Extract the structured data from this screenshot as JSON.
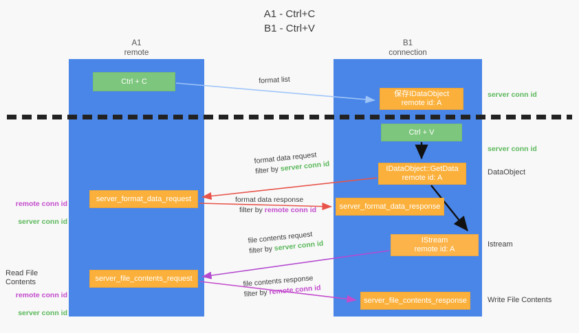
{
  "title": "A1 - Ctrl+C\nB1 - Ctrl+V",
  "colors": {
    "lane": "#4a86e8",
    "green_box": "#7dc67d",
    "orange_box": "#fbb03b",
    "server_conn_id": "#5cb85c",
    "remote_conn_id": "#c34ccd",
    "format_list_arrow": "#9fc5f8",
    "format_data_arrow": "#e8534a",
    "file_contents_arrow": "#b44ad0",
    "black_arrow": "#000000",
    "background": "#f8f8f8"
  },
  "lanes": [
    {
      "id": "a1",
      "title": "A1",
      "subtitle": "remote"
    },
    {
      "id": "b1",
      "title": "B1",
      "subtitle": "connection"
    }
  ],
  "boxes": {
    "ctrl_c": "Ctrl + C",
    "save_idataobject": "保存IDataObject\nremote id: A",
    "ctrl_v": "Ctrl + V",
    "getdata": "IDataObject::GetData\nremote id: A",
    "istream": "IStream\nremote id: A",
    "server_format_data_request": "server_format_data_request",
    "server_format_data_response": "server_format_data_response",
    "server_file_contents_request": "server_file_contents_request",
    "server_file_contents_response": "server_file_contents_response"
  },
  "edge_labels": {
    "format_list": "format list",
    "format_data_request": "format data request",
    "format_data_response": "format data response",
    "file_contents_request": "file contents request",
    "file_contents_response": "file contents response",
    "filter_by": "filter by",
    "server_conn_id": "server conn id",
    "remote_conn_id": "remote conn id"
  },
  "annotations": {
    "server_conn_id": "server conn id",
    "remote_conn_id": "remote conn id",
    "dataobject": "DataObject",
    "istream": "Istream",
    "write_file_contents": "Write File Contents",
    "read_file_contents": "Read File Contents"
  }
}
